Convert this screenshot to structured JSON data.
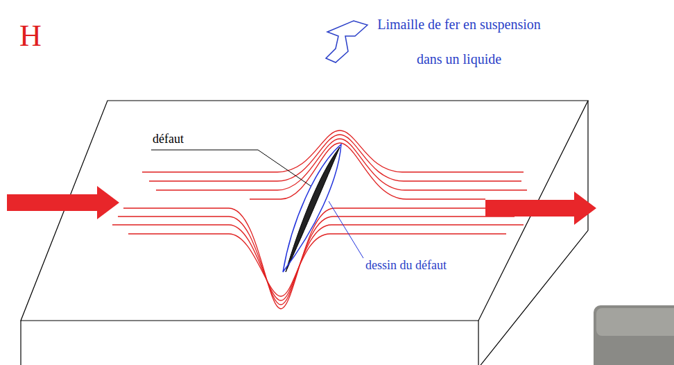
{
  "diagram": {
    "labels": [
      "Limaille de fer en suspension dans un liquide",
      "H",
      "défaut",
      "dessin du défaut"
    ]
  }
}
